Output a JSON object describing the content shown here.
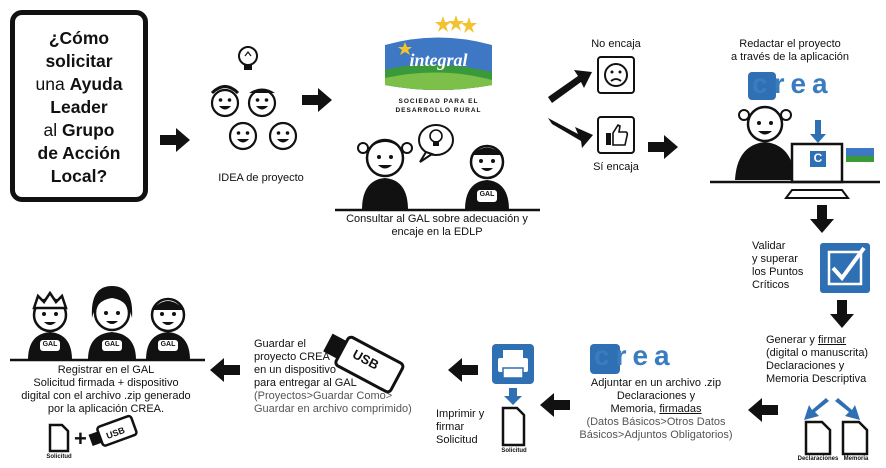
{
  "title": {
    "line1": "¿Cómo",
    "line2": "solicitar",
    "line3a": "una ",
    "line3b": "Ayuda",
    "line4": "Leader",
    "line5a": "al ",
    "line5b": "Grupo",
    "line6": "de Acción",
    "line7": "Local?"
  },
  "steps": {
    "idea": "IDEA de proyecto",
    "integral_logo": "integral",
    "integral_sub1": "SOCIEDAD PARA EL",
    "integral_sub2": "DESARROLLO RURAL",
    "consult_line1": "Consultar al GAL sobre adecuación y",
    "consult_line2": "encaje en la EDLP",
    "no_fit": "No encaja",
    "fit": "Sí encaja",
    "draft_line1": "Redactar el proyecto",
    "draft_line2": "a través de la aplicación",
    "crea_logo": "crea",
    "crea_screen": "C",
    "validate_line1": "Validar",
    "validate_line2": "y superar",
    "validate_line3": "los Puntos",
    "validate_line4": "Críticos",
    "generate_line1a": "Generar y ",
    "generate_line1b": "firmar",
    "generate_line2": "(digital o manuscrita)",
    "generate_line3": "Declaraciones y",
    "generate_line4": "Memoria Descriptiva",
    "doc_decl": "Declaraciones",
    "doc_mem": "Memoria",
    "attach_line1": "Adjuntar en un archivo .zip",
    "attach_line2": "Declaraciones y",
    "attach_line3a": "Memoria, ",
    "attach_line3b": "firmadas",
    "attach_line4": "(Datos Básicos>Otros Datos",
    "attach_line5": "Básicos>Adjuntos Obligatorios)",
    "print_line1": "Imprimir y",
    "print_line2": "firmar",
    "print_line3": "Solicitud",
    "doc_solicitud": "Solicitud",
    "save_line1": "Guardar el",
    "save_line2": "proyecto CREA",
    "save_line3": "en un dispositivo",
    "save_line4": "para entregar al GAL",
    "save_line5": "(Proyectos>Guardar Como>",
    "save_line6": "Guardar en archivo comprimido)",
    "usb": "USB",
    "register_line1": "Registrar en el GAL",
    "register_line2": "Solicitud firmada + dispositivo",
    "register_line3": "digital con el archivo .zip generado",
    "register_line4": "por la aplicación CREA.",
    "doc_solicitud2": "Solicitud",
    "usb2": "USB",
    "plus": "+",
    "gal": "GAL"
  },
  "colors": {
    "accent_blue": "#2f6fb3",
    "crea_blue": "#3a7cc0",
    "ink": "#111111"
  }
}
